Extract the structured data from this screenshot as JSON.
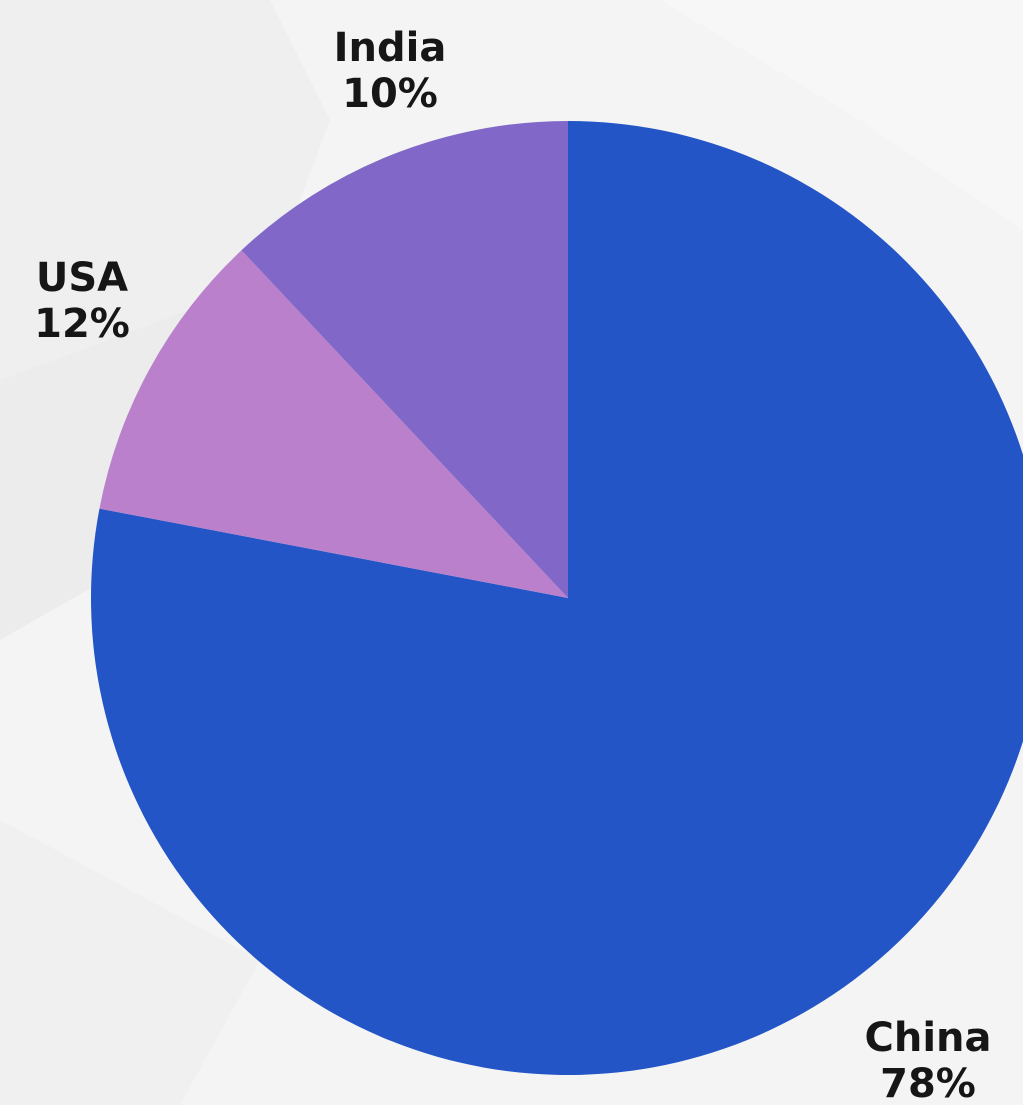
{
  "chart_data": {
    "type": "pie",
    "start_angle_deg": 0,
    "direction": "clockwise",
    "categories": [
      "China",
      "India",
      "USA"
    ],
    "values": [
      78,
      10,
      12
    ],
    "percent_labels": [
      "78%",
      "10%",
      "12%"
    ],
    "colors": [
      "#2355c6",
      "#bb80cc",
      "#8168c8"
    ],
    "label_color": "#161616",
    "title": "",
    "legend": "none"
  },
  "background_color": "#f4f4f4"
}
